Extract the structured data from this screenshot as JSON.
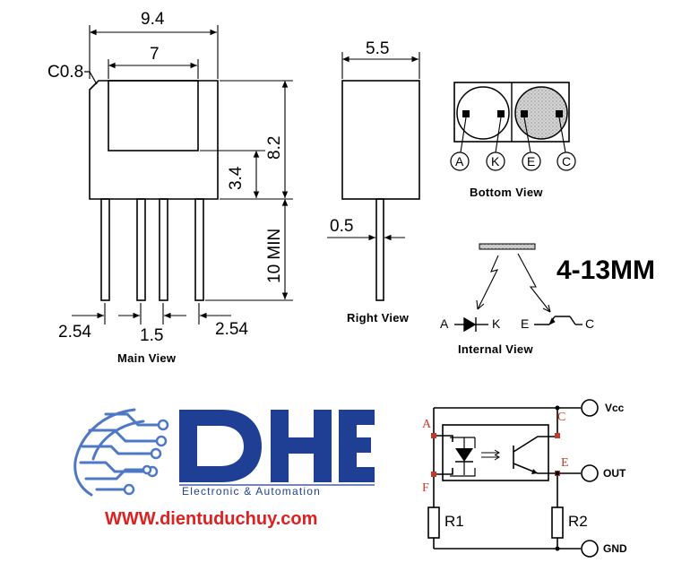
{
  "drawing": {
    "main_view": {
      "chamfer_label": "C0.8",
      "width_label": "9.4",
      "window_label": "7",
      "height_label": "8.2",
      "window_depth_label": "3.4",
      "lead_length_label": "10 MIN",
      "pitch_left_label": "2.54",
      "pitch_mid_label": "1.5",
      "pitch_right_label": "2.54",
      "caption": "Main View"
    },
    "right_view": {
      "width_label": "5.5",
      "lead_label": "0.5",
      "caption": "Right View"
    },
    "bottom_view": {
      "pins": [
        "A",
        "K",
        "E",
        "C"
      ],
      "caption": "Bottom View"
    },
    "range_label": "4-13MM",
    "internal_view": {
      "anode": "A",
      "cathode": "K",
      "emitter": "E",
      "collector": "C",
      "caption": "Internal View"
    }
  },
  "brand": {
    "logo_text": "DHE",
    "tagline": "Electronic & Automation",
    "website": "WWW.dientuduchuy.com",
    "colors": {
      "blue": "#1f3f94",
      "red": "#e02020",
      "circuit": "#4f78c4"
    }
  },
  "circuit": {
    "vcc": "Vcc",
    "out": "OUT",
    "gnd": "GND",
    "r1": "R1",
    "r2": "R2",
    "node_a": "A",
    "node_c": "C",
    "node_e": "E",
    "node_f": "F",
    "colors": {
      "node": "#c0392b",
      "node_label": "#c0392b"
    }
  }
}
